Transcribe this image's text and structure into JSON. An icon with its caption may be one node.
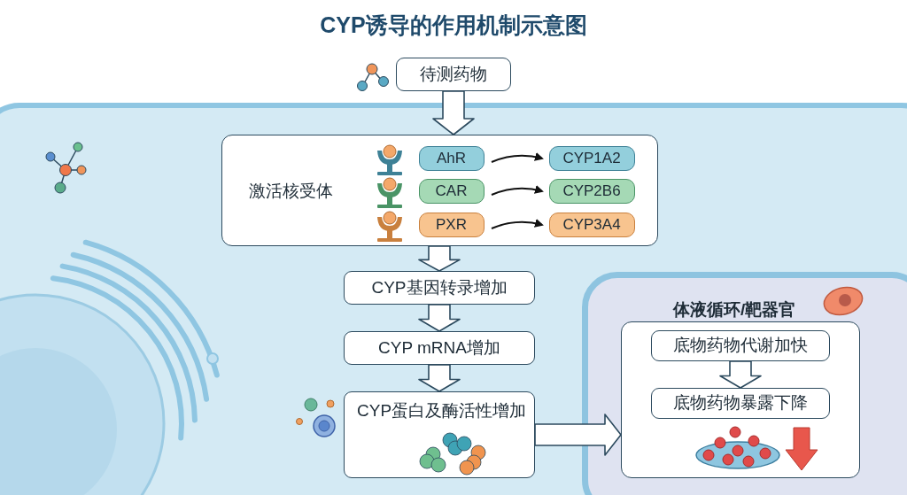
{
  "diagram": {
    "title": "CYP诱导的作用机制示意图",
    "nodes": [
      {
        "text": [
          "待测药物"
        ]
      },
      {
        "text": [
          "激活核受体"
        ]
      },
      {
        "text": [
          "AhR"
        ],
        "in": 1
      },
      {
        "text": [
          "CAR"
        ],
        "in": 1
      },
      {
        "text": [
          "PXR"
        ],
        "in": 1
      },
      {
        "text": [
          "CYP1A2"
        ],
        "in": 1
      },
      {
        "text": [
          "CYP2B6"
        ],
        "in": 1
      },
      {
        "text": [
          "CYP3A4"
        ],
        "in": 1
      },
      {
        "text": [
          "CYP基因转录增加"
        ]
      },
      {
        "text": [
          "CYP mRNA增加"
        ]
      },
      {
        "text": [
          "CYP蛋白及酶活性增加"
        ]
      },
      {
        "text": [
          "体液循环/靶器官"
        ]
      },
      {
        "text": [],
        "shape": "box",
        "in": 11
      },
      {
        "text": [
          "底物药物代谢加快"
        ],
        "in": 12
      },
      {
        "text": [
          "底物药物暴露下降"
        ],
        "in": 12
      }
    ],
    "edges": [
      {
        "from": 0,
        "to": 1,
        "arrow": "to",
        "style": "thick"
      },
      {
        "from": 2,
        "to": 5,
        "arrow": "to"
      },
      {
        "from": 3,
        "to": 6,
        "arrow": "to"
      },
      {
        "from": 4,
        "to": 7,
        "arrow": "to"
      },
      {
        "from": 1,
        "to": 8,
        "arrow": "to",
        "style": "thick"
      },
      {
        "from": 8,
        "to": 9,
        "arrow": "to",
        "style": "thick"
      },
      {
        "from": 9,
        "to": 10,
        "arrow": "to",
        "style": "thick"
      },
      {
        "from": 10,
        "to": 12,
        "arrow": "to",
        "style": "thick"
      },
      {
        "from": 13,
        "to": 14,
        "arrow": "to",
        "style": "thick"
      }
    ]
  }
}
